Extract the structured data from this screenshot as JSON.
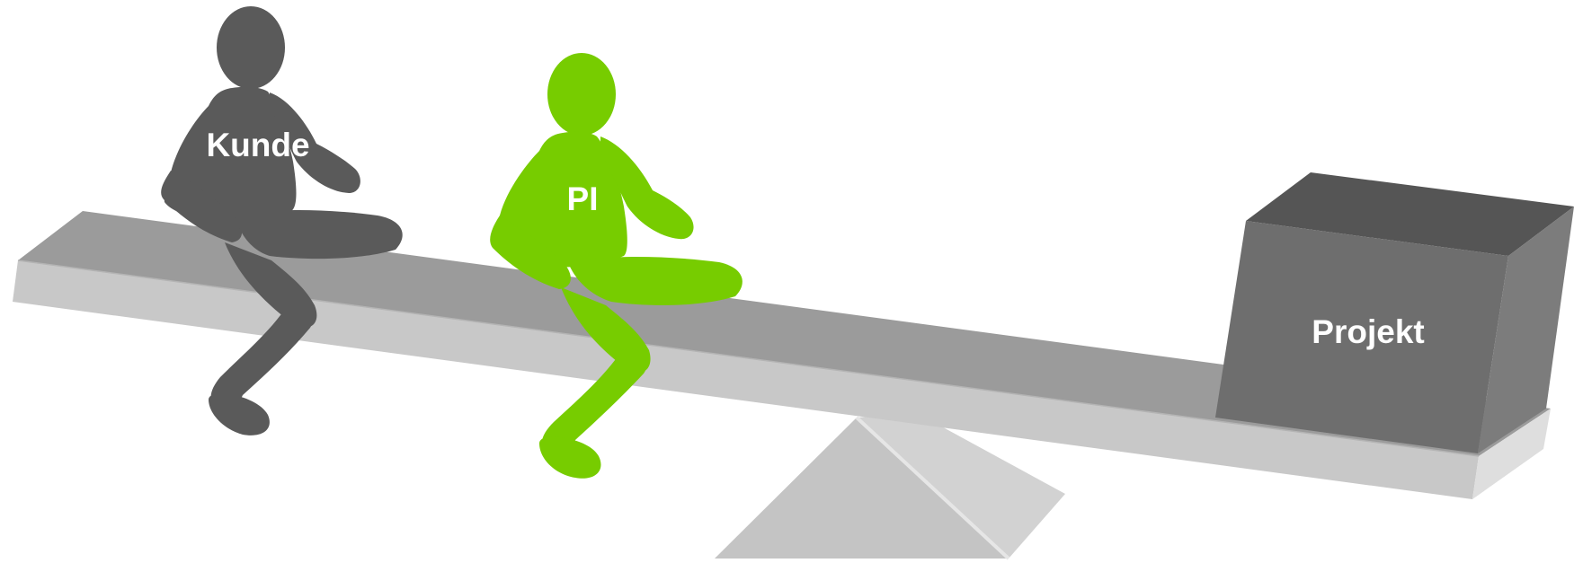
{
  "labels": {
    "customer": "Kunde",
    "pi": "PI",
    "project": "Projekt"
  },
  "colors": {
    "customer_figure": "#5a5a5a",
    "pi_figure": "#77cc00",
    "plank_top": "#9b9b9b",
    "plank_front": "#c8c8c8",
    "fulcrum": "#c4c4c4",
    "box_front": "#6e6e6e",
    "box_top": "#555555",
    "box_side": "#7c7c7c",
    "label_text": "#ffffff"
  }
}
